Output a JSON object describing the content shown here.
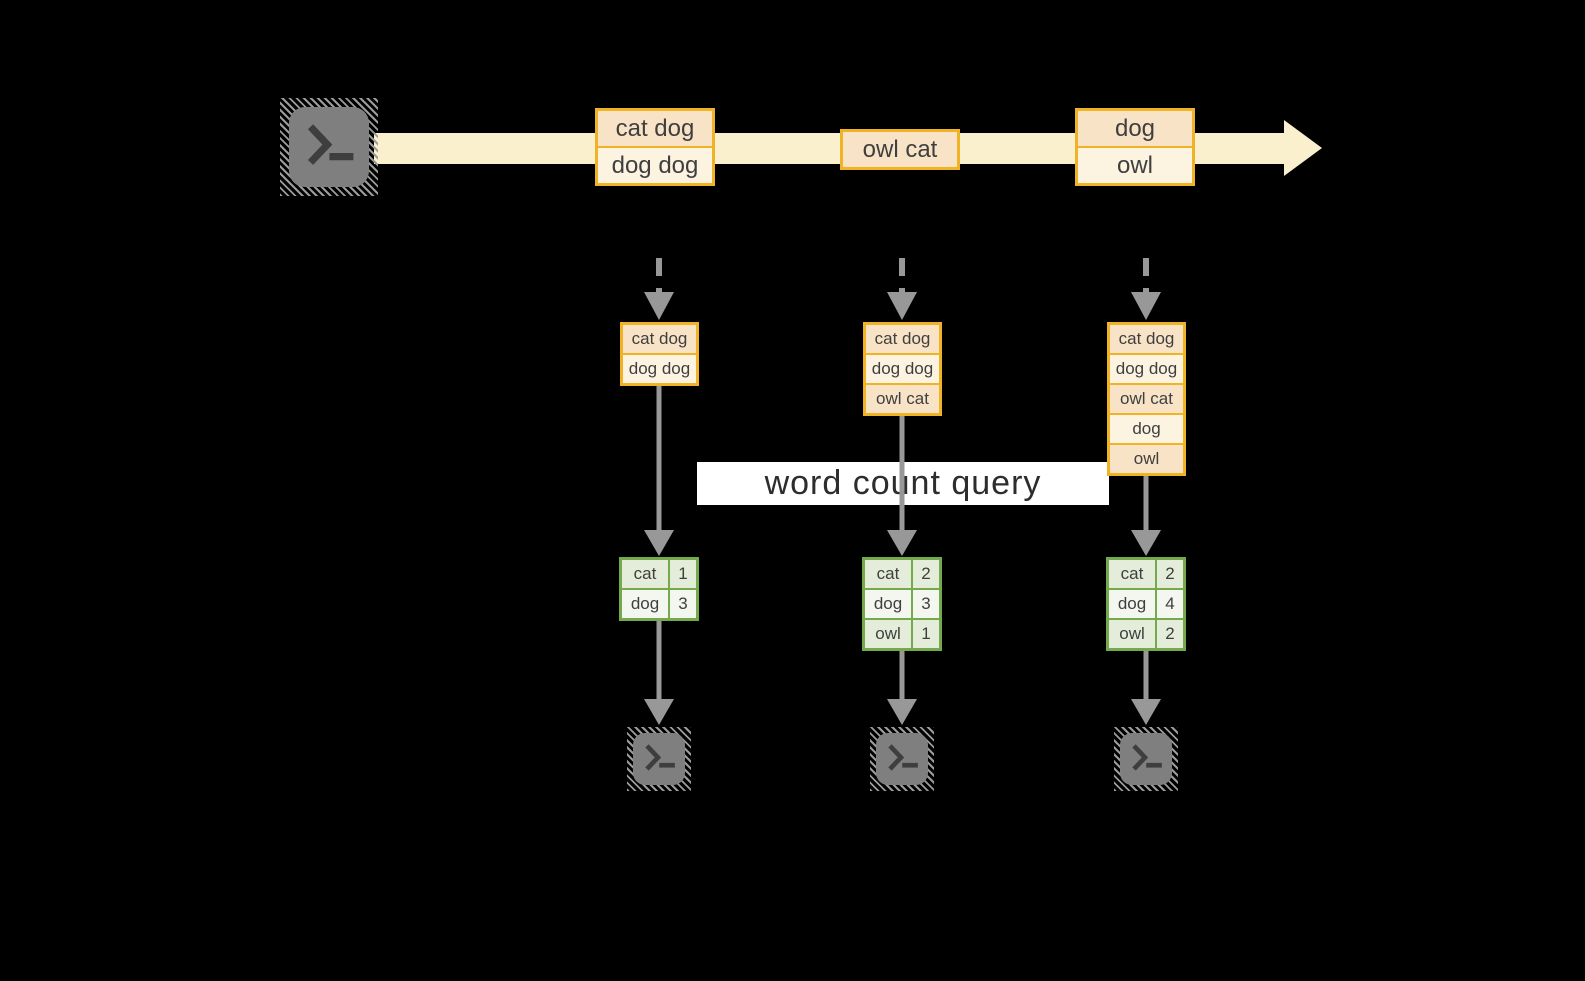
{
  "palette": {
    "background": "#000000",
    "stream_band": "#FBF0CE",
    "message_fill_dark": "#F9E3C6",
    "message_fill_light": "#FCF3E1",
    "message_border": "#F0B323",
    "table_border": "#74A94C",
    "table_fill_dark": "#E3EDDA",
    "table_fill_light": "#F3F7F0",
    "arrow_gray": "#989898",
    "terminal_gray": "#7F7F7F",
    "label_background": "#FFFFFF",
    "text": "#3F3F3F"
  },
  "icons": {
    "source": "terminal-prompt-icon",
    "sink": "terminal-prompt-icon",
    "stream": "right-arrow-band",
    "flow": "down-arrow"
  },
  "label": {
    "text": "word count query"
  },
  "stream": {
    "messages": [
      {
        "lines": [
          "cat dog",
          "dog dog"
        ]
      },
      {
        "lines": [
          "owl cat"
        ]
      },
      {
        "lines": [
          "dog",
          "owl"
        ]
      }
    ]
  },
  "columns": [
    {
      "stack": [
        "cat dog",
        "dog dog"
      ],
      "counts": [
        {
          "word": "cat",
          "count": "1"
        },
        {
          "word": "dog",
          "count": "3"
        }
      ]
    },
    {
      "stack": [
        "cat dog",
        "dog dog",
        "owl cat"
      ],
      "counts": [
        {
          "word": "cat",
          "count": "2"
        },
        {
          "word": "dog",
          "count": "3"
        },
        {
          "word": "owl",
          "count": "1"
        }
      ]
    },
    {
      "stack": [
        "cat dog",
        "dog dog",
        "owl cat",
        "dog",
        "owl"
      ],
      "counts": [
        {
          "word": "cat",
          "count": "2"
        },
        {
          "word": "dog",
          "count": "4"
        },
        {
          "word": "owl",
          "count": "2"
        }
      ]
    }
  ]
}
